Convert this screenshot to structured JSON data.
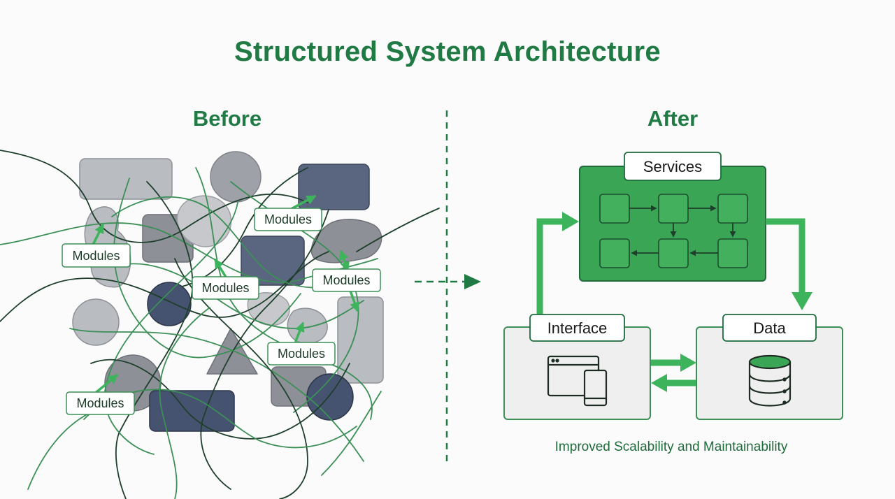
{
  "title": "Structured System Architecture",
  "before": {
    "heading": "Before",
    "module_label": "Modules"
  },
  "after": {
    "heading": "After",
    "services_label": "Services",
    "interface_label": "Interface",
    "data_label": "Data",
    "caption": "Improved Scalability and Maintainability"
  },
  "colors": {
    "accent": "#1f7a44",
    "bright_green": "#3db35c",
    "panel_green": "#3aa655",
    "dark_slate": "#4b5870",
    "gray_shape": "#a9acb2",
    "light_panel": "#efefef"
  }
}
